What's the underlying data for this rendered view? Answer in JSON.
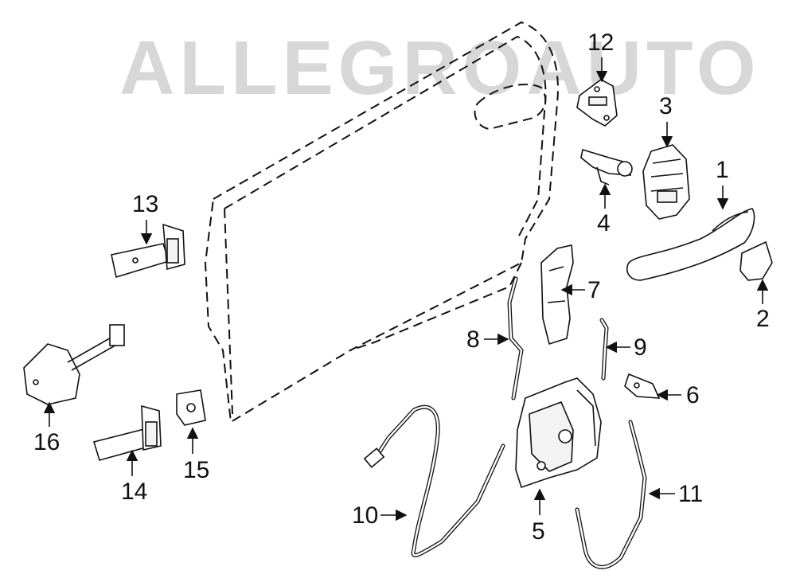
{
  "watermark": {
    "text": "ALLEGROAUTO"
  },
  "callouts": [
    {
      "id": "c1",
      "label": "1"
    },
    {
      "id": "c2",
      "label": "2"
    },
    {
      "id": "c3",
      "label": "3"
    },
    {
      "id": "c4",
      "label": "4"
    },
    {
      "id": "c5",
      "label": "5"
    },
    {
      "id": "c6",
      "label": "6"
    },
    {
      "id": "c7",
      "label": "7"
    },
    {
      "id": "c8",
      "label": "8"
    },
    {
      "id": "c9",
      "label": "9"
    },
    {
      "id": "c10",
      "label": "10"
    },
    {
      "id": "c11",
      "label": "11"
    },
    {
      "id": "c12",
      "label": "12"
    },
    {
      "id": "c13",
      "label": "13"
    },
    {
      "id": "c14",
      "label": "14"
    },
    {
      "id": "c15",
      "label": "15"
    },
    {
      "id": "c16",
      "label": "16"
    }
  ]
}
